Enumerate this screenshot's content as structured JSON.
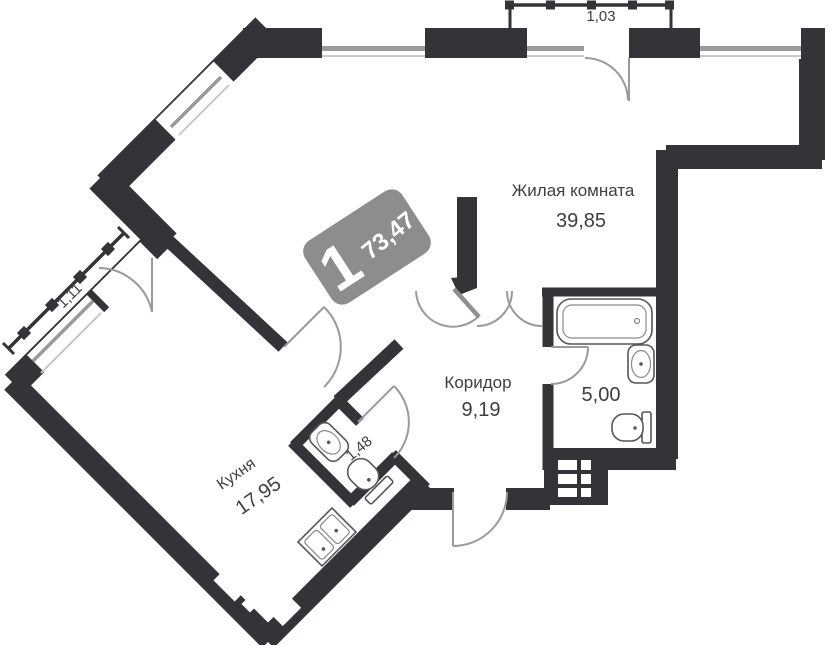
{
  "plan": {
    "badge": {
      "rooms": "1",
      "area": "73,47"
    },
    "rooms": [
      {
        "id": "living",
        "name": "Жилая комната",
        "area": "39,85"
      },
      {
        "id": "kitchen",
        "name": "Кухня",
        "area": "17,95"
      },
      {
        "id": "corridor",
        "name": "Коридор",
        "area": "9,19"
      },
      {
        "id": "bathroom",
        "name": "",
        "area": "5,00"
      },
      {
        "id": "wc",
        "name": "",
        "area": "1,48"
      }
    ],
    "balconies": [
      {
        "id": "top",
        "width": "1,03"
      },
      {
        "id": "left",
        "width": "1,11"
      }
    ],
    "colors": {
      "wall": "#333338",
      "door_line": "#999a9c",
      "window_line": "#9a9a9a",
      "text": "#3f3f43",
      "badge": "#8d8d8d"
    }
  }
}
